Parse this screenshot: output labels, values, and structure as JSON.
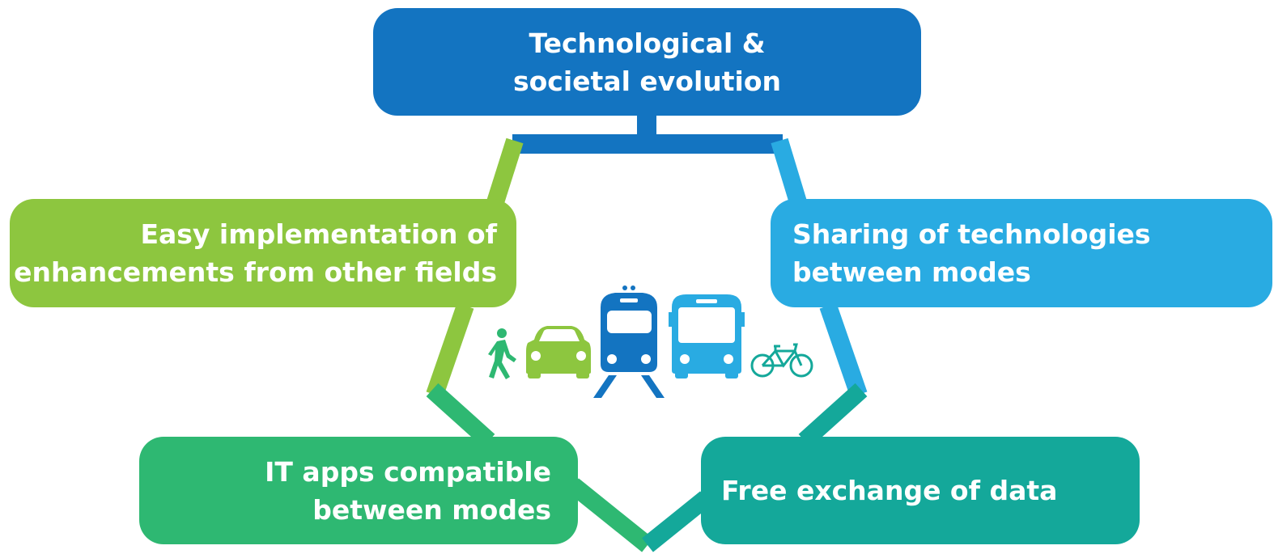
{
  "diagram": {
    "nodes": {
      "top": {
        "lines": [
          "Technological &",
          "societal evolution"
        ],
        "color": "#1374c1"
      },
      "left": {
        "lines": [
          "Easy implementation of",
          "enhancements from other fields"
        ],
        "color": "#8dc63f"
      },
      "right": {
        "lines": [
          "Sharing of technologies",
          "between modes"
        ],
        "color": "#29abe2"
      },
      "bottom_left": {
        "lines": [
          "IT apps compatible",
          "between modes"
        ],
        "color": "#2eb872"
      },
      "bottom_right": {
        "lines": [
          "Free exchange of data"
        ],
        "color": "#14a89a"
      }
    },
    "center_icons": [
      "pedestrian-icon",
      "car-icon",
      "train-icon",
      "bus-icon",
      "bicycle-icon"
    ]
  }
}
